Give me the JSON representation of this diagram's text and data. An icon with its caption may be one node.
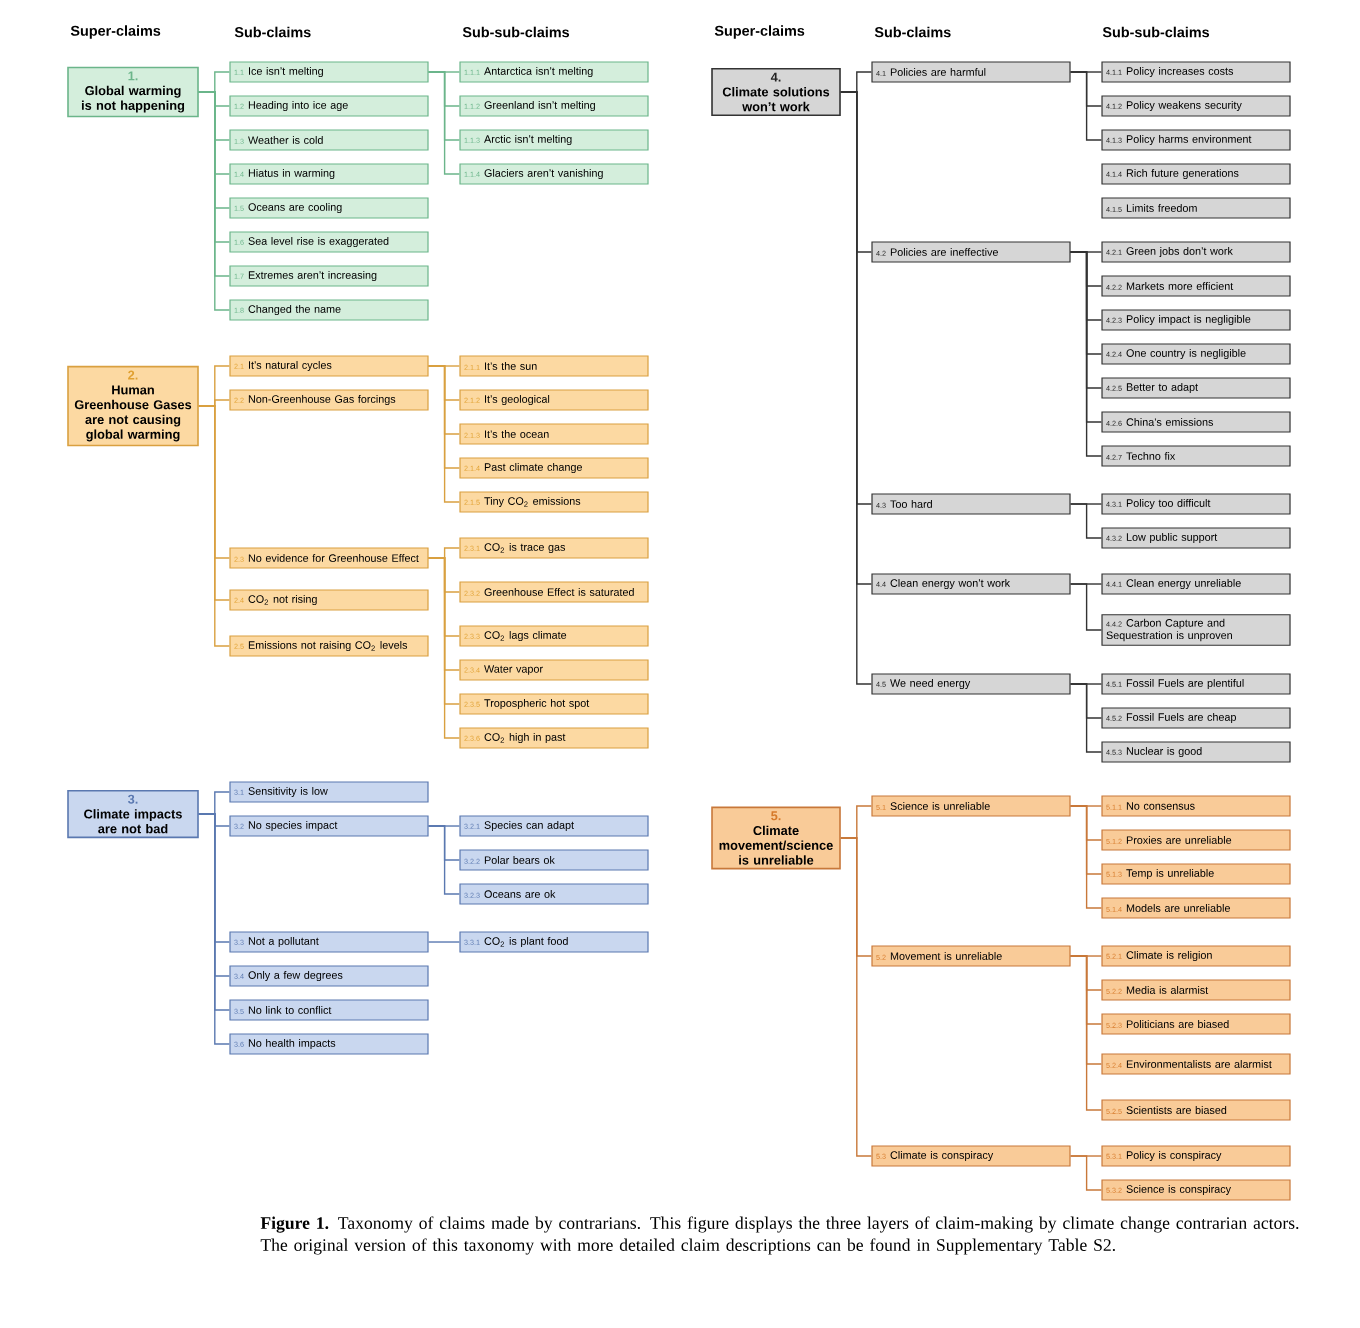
{
  "diagram": {
    "caption": "**Figure 1.** Taxonomy of claims made by contrarians. This figure displays the three layers of claim-making by climate change contrarian actors. The original version of this taxonomy with more detailed claim descriptions can be found in Supplementary Table S2.",
    "nodes": [
      {
        "text": [
          "1.",
          "Global warming is not happening"
        ]
      },
      {
        "text": [
          "1.1",
          "Ice isn’t melting"
        ]
      },
      {
        "text": [
          "1.1.1",
          "Antarctica isn’t melting"
        ]
      },
      {
        "text": [
          "1.1.2",
          "Greenland isn’t melting"
        ]
      },
      {
        "text": [
          "1.1.3",
          "Arctic isn’t melting"
        ]
      },
      {
        "text": [
          "1.1.4",
          "Glaciers aren’t vanishing"
        ]
      },
      {
        "text": [
          "1.2",
          "Heading into ice age"
        ]
      },
      {
        "text": [
          "1.3",
          "Weather is cold"
        ]
      },
      {
        "text": [
          "1.4",
          "Hiatus in warming"
        ]
      },
      {
        "text": [
          "1.5",
          "Oceans are cooling"
        ]
      },
      {
        "text": [
          "1.6",
          "Sea level rise is exaggerated"
        ]
      },
      {
        "text": [
          "1.7",
          "Extremes aren’t increasing"
        ]
      },
      {
        "text": [
          "1.8",
          "Changed the name"
        ]
      },
      {
        "text": [
          "2.",
          "Human Greenhouse Gases are not causing global warming"
        ]
      },
      {
        "text": [
          "2.1",
          "It’s natural cycles"
        ]
      },
      {
        "text": [
          "2.1.1",
          "It’s the sun"
        ]
      },
      {
        "text": [
          "2.1.2",
          "It’s geological"
        ]
      },
      {
        "text": [
          "2.1.3",
          "It’s the ocean"
        ]
      },
      {
        "text": [
          "2.1.4",
          "Past climate change"
        ]
      },
      {
        "text": [
          "2.1.5",
          "Tiny CO$_{2}$ emissions"
        ]
      },
      {
        "text": [
          "2.2",
          "Non-Greenhouse Gas forcings"
        ]
      },
      {
        "text": [
          "2.3",
          "No evidence for Greenhouse Effect"
        ]
      },
      {
        "text": [
          "2.3.1",
          "CO$_{2}$ is trace gas"
        ]
      },
      {
        "text": [
          "2.3.2",
          "Greenhouse Effect is saturated"
        ]
      },
      {
        "text": [
          "2.3.3",
          "CO$_{2}$ lags climate"
        ]
      },
      {
        "text": [
          "2.3.4",
          "Water vapor"
        ]
      },
      {
        "text": [
          "2.3.5",
          "Tropospheric hot spot"
        ]
      },
      {
        "text": [
          "2.3.6",
          "CO$_{2}$ high in past"
        ]
      },
      {
        "text": [
          "2.4",
          "CO$_{2}$ not rising"
        ]
      },
      {
        "text": [
          "2.5",
          "Emissions not raising CO$_{2}$ levels"
        ]
      },
      {
        "text": [
          "3.",
          "Climate impacts are not bad"
        ]
      },
      {
        "text": [
          "3.1",
          "Sensitivity is low"
        ]
      },
      {
        "text": [
          "3.2",
          "No species impact"
        ]
      },
      {
        "text": [
          "3.2.1",
          "Species can adapt"
        ]
      },
      {
        "text": [
          "3.2.2",
          "Polar bears ok"
        ]
      },
      {
        "text": [
          "3.2.3",
          "Oceans are ok"
        ]
      },
      {
        "text": [
          "3.3",
          "Not a pollutant"
        ]
      },
      {
        "text": [
          "3.3.1",
          "CO$_{2}$ is plant food"
        ]
      },
      {
        "text": [
          "3.4",
          "Only a few degrees"
        ]
      },
      {
        "text": [
          "3.5",
          "No link to conflict"
        ]
      },
      {
        "text": [
          "3.6",
          "No health impacts"
        ]
      },
      {
        "text": [
          "4.",
          "Climate solutions won’t work"
        ]
      },
      {
        "text": [
          "4.1",
          "Policies are harmful"
        ]
      },
      {
        "text": [
          "4.1.1",
          "Policy increases costs"
        ]
      },
      {
        "text": [
          "4.1.2",
          "Policy weakens security"
        ]
      },
      {
        "text": [
          "4.1.3",
          "Policy harms environment"
        ]
      },
      {
        "text": [
          "4.1.4",
          "Rich future generations"
        ]
      },
      {
        "text": [
          "4.1.5",
          "Limits freedom"
        ]
      },
      {
        "text": [
          "4.2",
          "Policies are ineffective"
        ]
      },
      {
        "text": [
          "4.2.1",
          "Green jobs don’t work"
        ]
      },
      {
        "text": [
          "4.2.2",
          "Markets more efficient"
        ]
      },
      {
        "text": [
          "4.2.3",
          "Policy impact is negligible"
        ]
      },
      {
        "text": [
          "4.2.4",
          "One country is negligible"
        ]
      },
      {
        "text": [
          "4.2.5",
          "Better to adapt"
        ]
      },
      {
        "text": [
          "4.2.6",
          "China’s emissions"
        ]
      },
      {
        "text": [
          "4.2.7",
          "Techno fix"
        ]
      },
      {
        "text": [
          "4.3",
          "Too hard"
        ]
      },
      {
        "text": [
          "4.3.1",
          "Policy too difficult"
        ]
      },
      {
        "text": [
          "4.3.2",
          "Low public support"
        ]
      },
      {
        "text": [
          "4.4",
          "Clean energy won’t work"
        ]
      },
      {
        "text": [
          "4.4.1",
          "Clean energy unreliable"
        ]
      },
      {
        "text": [
          "4.4.2",
          "Carbon Capture and Sequestration is unproven"
        ]
      },
      {
        "text": [
          "4.5",
          "We need energy"
        ]
      },
      {
        "text": [
          "4.5.1",
          "Fossil Fuels are plentiful"
        ]
      },
      {
        "text": [
          "4.5.2",
          "Fossil Fuels are cheap"
        ]
      },
      {
        "text": [
          "4.5.3",
          "Nuclear is good"
        ]
      },
      {
        "text": [
          "5.",
          "Climate movement/science is unreliable"
        ]
      },
      {
        "text": [
          "5.1",
          "Science is unreliable"
        ]
      },
      {
        "text": [
          "5.1.1",
          "No consensus"
        ]
      },
      {
        "text": [
          "5.1.2",
          "Proxies are unreliable"
        ]
      },
      {
        "text": [
          "5.1.3",
          "Temp is unreliable"
        ]
      },
      {
        "text": [
          "5.1.4",
          "Models are unreliable"
        ]
      },
      {
        "text": [
          "5.2",
          "Movement is unreliable"
        ]
      },
      {
        "text": [
          "5.2.1",
          "Climate is religion"
        ]
      },
      {
        "text": [
          "5.2.2",
          "Media is alarmist"
        ]
      },
      {
        "text": [
          "5.2.3",
          "Politicians are biased"
        ]
      },
      {
        "text": [
          "5.2.4",
          "Environmentalists are alarmist"
        ]
      },
      {
        "text": [
          "5.2.5",
          "Scientists are biased"
        ]
      },
      {
        "text": [
          "5.3",
          "Climate is conspiracy"
        ]
      },
      {
        "text": [
          "5.3.1",
          "Policy is conspiracy"
        ]
      },
      {
        "text": [
          "5.3.2",
          "Science is conspiracy"
        ]
      }
    ],
    "edges": [
      {
        "from": 0,
        "to": 1,
        "arrow": "none",
        "color": "#6bb58a"
      },
      {
        "from": 1,
        "to": 2,
        "arrow": "none",
        "color": "#6bb58a"
      },
      {
        "from": 1,
        "to": 3,
        "arrow": "none",
        "color": "#6bb58a"
      },
      {
        "from": 1,
        "to": 4,
        "arrow": "none",
        "color": "#6bb58a"
      },
      {
        "from": 1,
        "to": 5,
        "arrow": "none",
        "color": "#6bb58a"
      },
      {
        "from": 0,
        "to": 6,
        "arrow": "none",
        "color": "#6bb58a"
      },
      {
        "from": 0,
        "to": 7,
        "arrow": "none",
        "color": "#6bb58a"
      },
      {
        "from": 0,
        "to": 8,
        "arrow": "none",
        "color": "#6bb58a"
      },
      {
        "from": 0,
        "to": 9,
        "arrow": "none",
        "color": "#6bb58a"
      },
      {
        "from": 0,
        "to": 10,
        "arrow": "none",
        "color": "#6bb58a"
      },
      {
        "from": 0,
        "to": 11,
        "arrow": "none",
        "color": "#6bb58a"
      },
      {
        "from": 0,
        "to": 12,
        "arrow": "none",
        "color": "#6bb58a"
      },
      {
        "from": 13,
        "to": 14,
        "arrow": "none",
        "color": "#d9a040"
      },
      {
        "from": 14,
        "to": 15,
        "arrow": "none",
        "color": "#d9a040"
      },
      {
        "from": 14,
        "to": 16,
        "arrow": "none",
        "color": "#d9a040"
      },
      {
        "from": 14,
        "to": 17,
        "arrow": "none",
        "color": "#d9a040"
      },
      {
        "from": 14,
        "to": 18,
        "arrow": "none",
        "color": "#d9a040"
      },
      {
        "from": 14,
        "to": 19,
        "arrow": "none",
        "color": "#d9a040"
      },
      {
        "from": 13,
        "to": 20,
        "arrow": "none",
        "color": "#d9a040"
      },
      {
        "from": 13,
        "to": 21,
        "arrow": "none",
        "color": "#d9a040"
      },
      {
        "from": 21,
        "to": 22,
        "arrow": "none",
        "color": "#d9a040"
      },
      {
        "from": 21,
        "to": 23,
        "arrow": "none",
        "color": "#d9a040"
      },
      {
        "from": 21,
        "to": 24,
        "arrow": "none",
        "color": "#d9a040"
      },
      {
        "from": 21,
        "to": 25,
        "arrow": "none",
        "color": "#d9a040"
      },
      {
        "from": 21,
        "to": 26,
        "arrow": "none",
        "color": "#d9a040"
      },
      {
        "from": 21,
        "to": 27,
        "arrow": "none",
        "color": "#d9a040"
      },
      {
        "from": 13,
        "to": 28,
        "arrow": "none",
        "color": "#d9a040"
      },
      {
        "from": 13,
        "to": 29,
        "arrow": "none",
        "color": "#d9a040"
      },
      {
        "from": 30,
        "to": 31,
        "arrow": "none",
        "color": "#5a78b0"
      },
      {
        "from": 30,
        "to": 32,
        "arrow": "none",
        "color": "#5a78b0"
      },
      {
        "from": 32,
        "to": 33,
        "arrow": "none",
        "color": "#5a78b0"
      },
      {
        "from": 32,
        "to": 34,
        "arrow": "none",
        "color": "#5a78b0"
      },
      {
        "from": 32,
        "to": 35,
        "arrow": "none",
        "color": "#5a78b0"
      },
      {
        "from": 30,
        "to": 36,
        "arrow": "none",
        "color": "#5a78b0"
      },
      {
        "from": 36,
        "to": 37,
        "arrow": "none",
        "color": "#5a78b0"
      },
      {
        "from": 30,
        "to": 38,
        "arrow": "none",
        "color": "#5a78b0"
      },
      {
        "from": 30,
        "to": 39,
        "arrow": "none",
        "color": "#5a78b0"
      },
      {
        "from": 30,
        "to": 40,
        "arrow": "none",
        "color": "#5a78b0"
      },
      {
        "from": 41,
        "to": 42,
        "arrow": "none",
        "color": "#333333"
      },
      {
        "from": 42,
        "to": 43,
        "arrow": "none",
        "color": "#333333"
      },
      {
        "from": 42,
        "to": 44,
        "arrow": "none",
        "color": "#333333"
      },
      {
        "from": 42,
        "to": 45,
        "arrow": "none",
        "color": "#333333"
      },
      {
        "from": 41,
        "to": 48,
        "arrow": "none",
        "color": "#333333"
      },
      {
        "from": 48,
        "to": 49,
        "arrow": "none",
        "color": "#333333"
      },
      {
        "from": 48,
        "to": 50,
        "arrow": "none",
        "color": "#333333"
      },
      {
        "from": 48,
        "to": 51,
        "arrow": "none",
        "color": "#333333"
      },
      {
        "from": 48,
        "to": 52,
        "arrow": "none",
        "color": "#333333"
      },
      {
        "from": 48,
        "to": 53,
        "arrow": "none",
        "color": "#333333"
      },
      {
        "from": 48,
        "to": 54,
        "arrow": "none",
        "color": "#333333"
      },
      {
        "from": 48,
        "to": 55,
        "arrow": "none",
        "color": "#333333"
      },
      {
        "from": 41,
        "to": 56,
        "arrow": "none",
        "color": "#333333"
      },
      {
        "from": 56,
        "to": 57,
        "arrow": "none",
        "color": "#333333"
      },
      {
        "from": 56,
        "to": 58,
        "arrow": "none",
        "color": "#333333"
      },
      {
        "from": 41,
        "to": 59,
        "arrow": "none",
        "color": "#333333"
      },
      {
        "from": 59,
        "to": 60,
        "arrow": "none",
        "color": "#333333"
      },
      {
        "from": 59,
        "to": 61,
        "arrow": "none",
        "color": "#333333"
      },
      {
        "from": 41,
        "to": 62,
        "arrow": "none",
        "color": "#333333"
      },
      {
        "from": 62,
        "to": 63,
        "arrow": "none",
        "color": "#333333"
      },
      {
        "from": 62,
        "to": 64,
        "arrow": "none",
        "color": "#333333"
      },
      {
        "from": 62,
        "to": 65,
        "arrow": "none",
        "color": "#333333"
      },
      {
        "from": 66,
        "to": 67,
        "arrow": "none",
        "color": "#c8783a"
      },
      {
        "from": 67,
        "to": 68,
        "arrow": "none",
        "color": "#c8783a"
      },
      {
        "from": 67,
        "to": 69,
        "arrow": "none",
        "color": "#c8783a"
      },
      {
        "from": 67,
        "to": 70,
        "arrow": "none",
        "color": "#c8783a"
      },
      {
        "from": 67,
        "to": 71,
        "arrow": "none",
        "color": "#c8783a"
      },
      {
        "from": 66,
        "to": 72,
        "arrow": "none",
        "color": "#c8783a"
      },
      {
        "from": 72,
        "to": 73,
        "arrow": "none",
        "color": "#c8783a"
      },
      {
        "from": 72,
        "to": 74,
        "arrow": "none",
        "color": "#c8783a"
      },
      {
        "from": 72,
        "to": 75,
        "arrow": "none",
        "color": "#c8783a"
      },
      {
        "from": 72,
        "to": 76,
        "arrow": "none",
        "color": "#c8783a"
      },
      {
        "from": 72,
        "to": 77,
        "arrow": "none",
        "color": "#c8783a"
      },
      {
        "from": 66,
        "to": 78,
        "arrow": "none",
        "color": "#c8783a"
      },
      {
        "from": 78,
        "to": 79,
        "arrow": "none",
        "color": "#c8783a"
      },
      {
        "from": 78,
        "to": 80,
        "arrow": "none",
        "color": "#c8783a"
      }
    ],
    "labels": [
      "Super-claims",
      "Sub-claims",
      "Sub-sub-claims",
      "Super-claims",
      "Sub-claims",
      "Sub-sub-claims"
    ]
  }
}
